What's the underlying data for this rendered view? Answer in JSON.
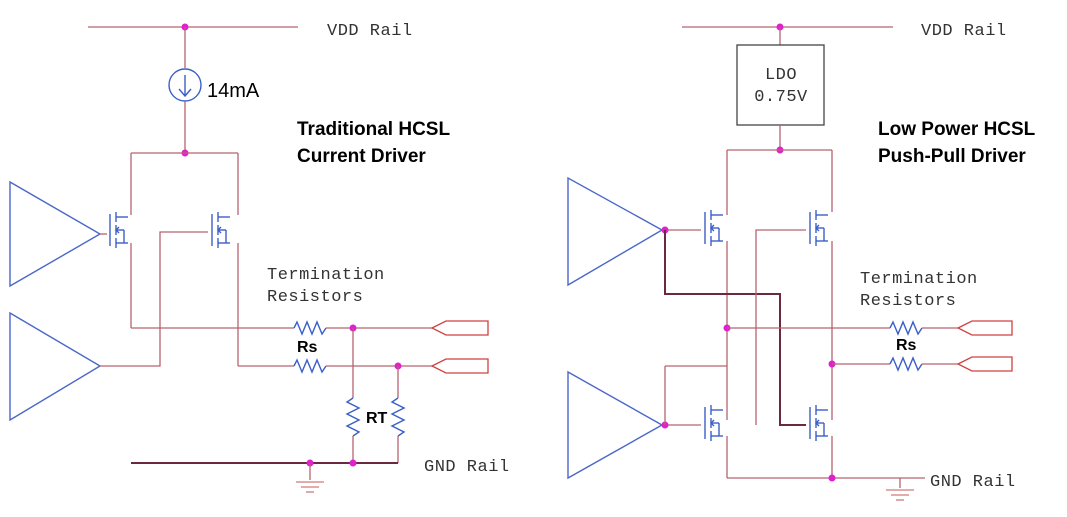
{
  "left": {
    "vdd_label": "VDD Rail",
    "current_label": "14mA",
    "title_line1": "Traditional HCSL",
    "title_line2": "Current Driver",
    "term_line1": "Termination",
    "term_line2": "Resistors",
    "rs_label": "Rs",
    "rt_label": "RT",
    "gnd_label": "GND Rail"
  },
  "right": {
    "vdd_label": "VDD Rail",
    "ldo_line1": "LDO",
    "ldo_line2": "0.75V",
    "title_line1": "Low Power HCSL",
    "title_line2": "Push-Pull Driver",
    "term_line1": "Termination",
    "term_line2": "Resistors",
    "rs_label": "Rs",
    "gnd_label": "GND Rail"
  },
  "colors": {
    "wire": "#b5636e",
    "dark_wire": "#6b2940",
    "component": "#3a5fc8",
    "junction": "#e020d0",
    "connector": "#d04040"
  }
}
